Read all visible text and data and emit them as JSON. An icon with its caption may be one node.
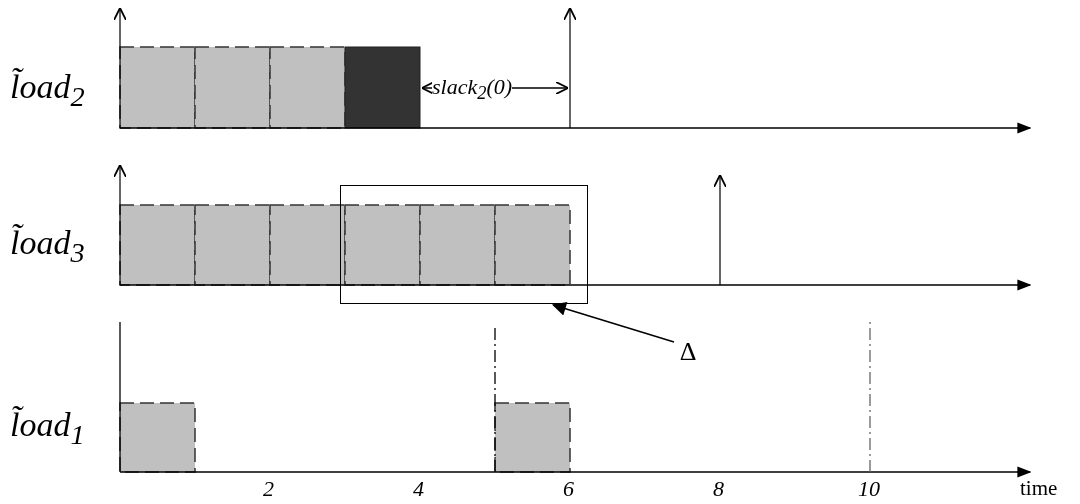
{
  "diagram": {
    "nodes": [
      {
        "text": [
          "Δ"
        ]
      },
      {
        "text": [],
        "shape": "box"
      }
    ],
    "edges": [
      {
        "from": 0,
        "to": 1,
        "arrow": "to"
      }
    ],
    "labels": [
      "l̃oad$_{2}$",
      "slack$_{2}$(0)",
      "l̃oad$_{3}$",
      "l̃oad$_{1}$",
      "2",
      "4",
      "6",
      "8",
      "10",
      "time"
    ]
  }
}
